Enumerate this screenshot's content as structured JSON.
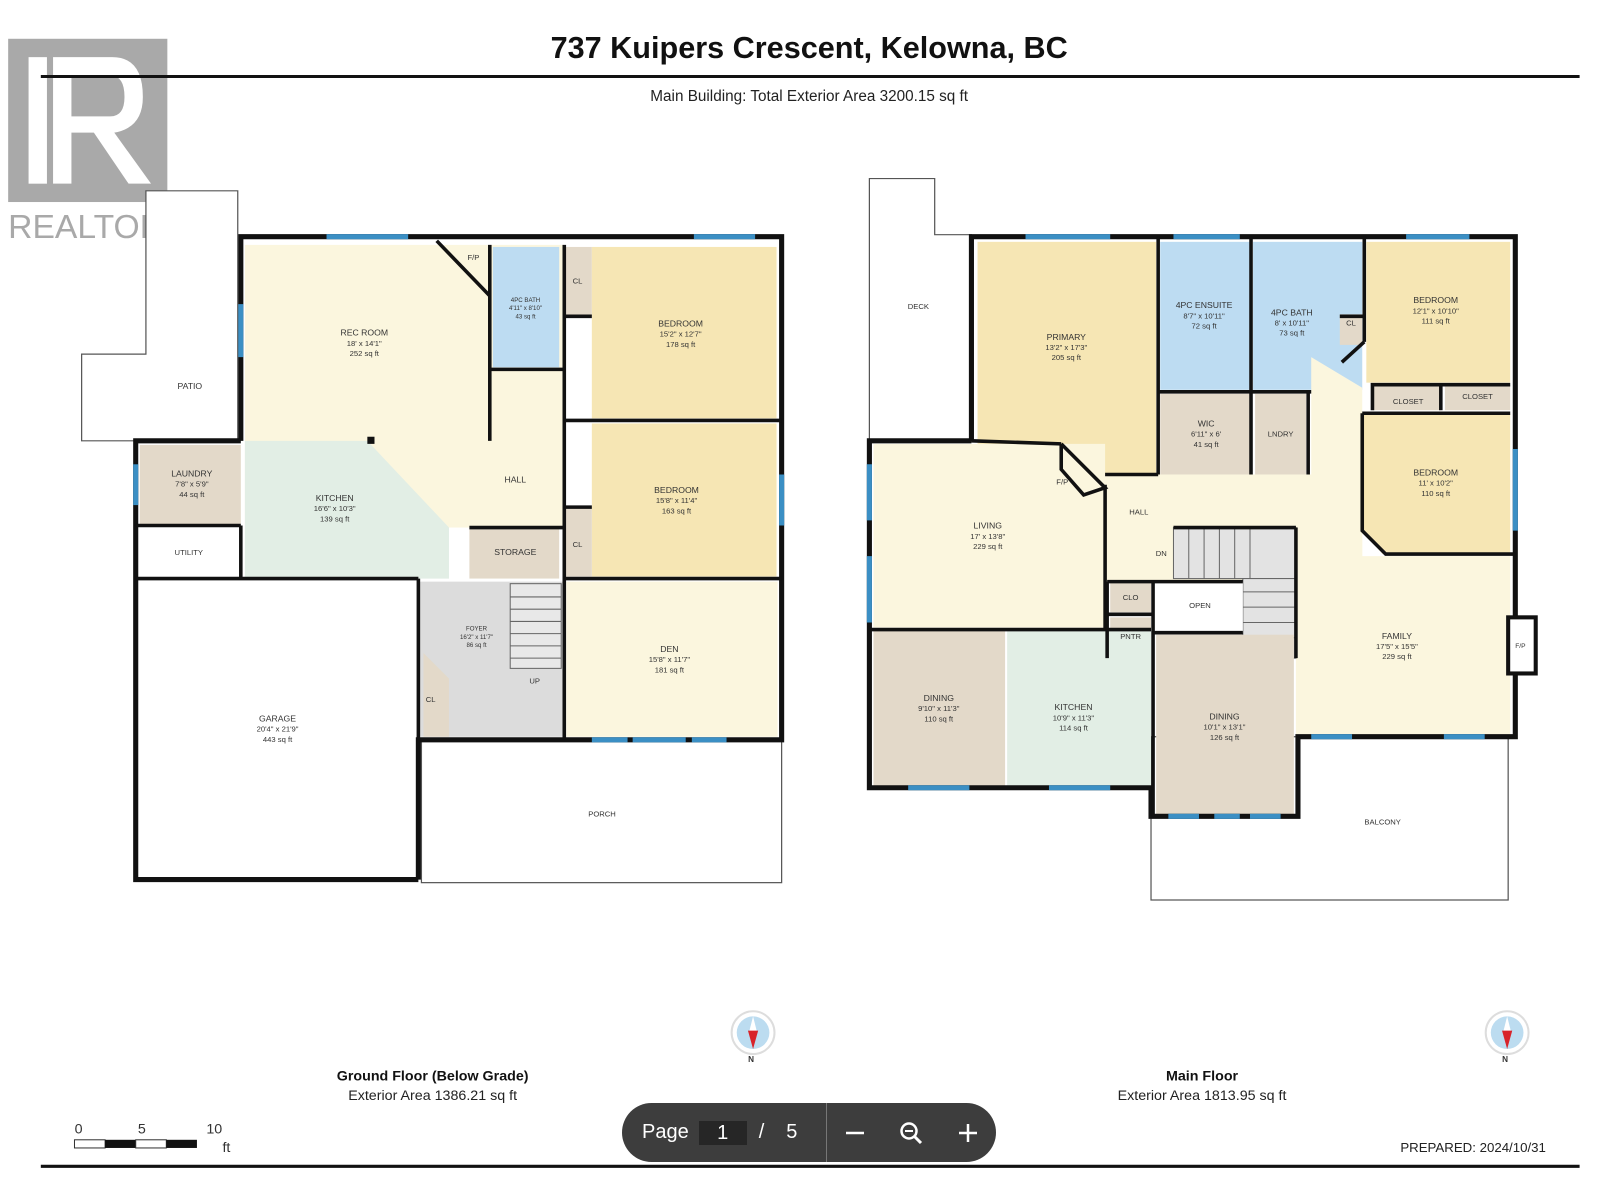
{
  "header": {
    "title": "737 Kuipers Crescent, Kelowna, BC",
    "subtitle": "Main Building: Total Exterior Area 3200.15 sq ft",
    "logo_text": "REALTOR®"
  },
  "ground_floor": {
    "title": "Ground Floor (Below Grade)",
    "area": "Exterior Area 1386.21 sq ft",
    "rooms": {
      "rec_room": {
        "name": "REC ROOM",
        "dims": "18' x 14'1\"",
        "area": "252 sq ft"
      },
      "bath": {
        "name": "4PC BATH",
        "dims": "4'11\" x 8'10\"",
        "area": "43 sq ft"
      },
      "bedroom1": {
        "name": "BEDROOM",
        "dims": "15'2\" x 12'7\"",
        "area": "178 sq ft"
      },
      "bedroom2": {
        "name": "BEDROOM",
        "dims": "15'8\" x 11'4\"",
        "area": "163 sq ft"
      },
      "laundry": {
        "name": "LAUNDRY",
        "dims": "7'8\" x 5'9\"",
        "area": "44 sq ft"
      },
      "kitchen": {
        "name": "KITCHEN",
        "dims": "16'6\" x 10'3\"",
        "area": "139 sq ft"
      },
      "foyer": {
        "name": "FOYER",
        "dims": "16'2\" x 11'7\"",
        "area": "86 sq ft"
      },
      "den": {
        "name": "DEN",
        "dims": "15'8\" x 11'7\"",
        "area": "181 sq ft"
      },
      "garage": {
        "name": "GARAGE",
        "dims": "20'4\" x 21'9\"",
        "area": "443 sq ft"
      }
    },
    "labels": {
      "patio": "PATIO",
      "hall": "HALL",
      "utility": "UTILITY",
      "storage": "STORAGE",
      "cl": "CL",
      "fp": "F/P",
      "up": "UP",
      "porch": "PORCH"
    }
  },
  "main_floor": {
    "title": "Main Floor",
    "area": "Exterior Area 1813.95 sq ft",
    "rooms": {
      "primary": {
        "name": "PRIMARY",
        "dims": "13'2\" x 17'3\"",
        "area": "205 sq ft"
      },
      "ensuite": {
        "name": "4PC ENSUITE",
        "dims": "8'7\" x 10'11\"",
        "area": "72 sq ft"
      },
      "bath": {
        "name": "4PC BATH",
        "dims": "8' x 10'11\"",
        "area": "73 sq ft"
      },
      "bedroom1": {
        "name": "BEDROOM",
        "dims": "12'1\" x 10'10\"",
        "area": "111 sq ft"
      },
      "bedroom2": {
        "name": "BEDROOM",
        "dims": "11' x 10'2\"",
        "area": "110 sq ft"
      },
      "wic": {
        "name": "WIC",
        "dims": "6'11\" x 6'",
        "area": "41 sq ft"
      },
      "living": {
        "name": "LIVING",
        "dims": "17' x 13'8\"",
        "area": "229 sq ft"
      },
      "dining1": {
        "name": "DINING",
        "dims": "9'10\" x 11'3\"",
        "area": "110 sq ft"
      },
      "kitchen": {
        "name": "KITCHEN",
        "dims": "10'9\" x 11'3\"",
        "area": "114 sq ft"
      },
      "dining2": {
        "name": "DINING",
        "dims": "10'1\" x 13'1\"",
        "area": "126 sq ft"
      },
      "family": {
        "name": "FAMILY",
        "dims": "17'5\" x 15'5\"",
        "area": "229 sq ft"
      }
    },
    "labels": {
      "deck": "DECK",
      "cl": "CL",
      "closet": "CLOSET",
      "lndry": "LNDRY",
      "fp": "F/P",
      "hall": "HALL",
      "dn": "DN",
      "clo": "CLO",
      "pntr": "PNTR",
      "open": "OPEN",
      "balcony": "BALCONY"
    }
  },
  "scale_bar": {
    "ticks": [
      "0",
      "5",
      "10"
    ],
    "unit": "ft"
  },
  "compass": {
    "label": "N"
  },
  "footer": {
    "prepared": "PREPARED: 2024/10/31"
  },
  "toolbar": {
    "page_label": "Page",
    "current_page": "1",
    "separator": "/",
    "total_pages": "5"
  },
  "colors": {
    "bedroom": "#f6e6b4",
    "living": "#fbf6de",
    "bath": "#bddcf2",
    "utility": "#e3d9c9",
    "kitchen": "#e2eee5",
    "foyer": "#dcdcdc",
    "window": "#3b8fc4"
  }
}
